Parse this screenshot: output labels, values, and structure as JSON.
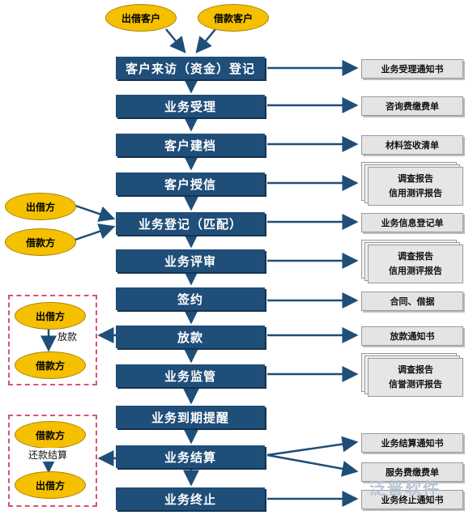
{
  "top": {
    "lender": "出借客户",
    "borrower": "借款客户"
  },
  "steps": [
    "客户来访（资金）登记",
    "业务受理",
    "客户建档",
    "客户授信",
    "业务登记（匹配）",
    "业务评审",
    "签约",
    "放款",
    "业务监管",
    "业务到期提醒",
    "业务结算",
    "业务终止"
  ],
  "match": {
    "lender": "出借方",
    "borrower": "借款方"
  },
  "loan": {
    "lender": "出借方",
    "borrower": "借款方",
    "label": "放款"
  },
  "settle": {
    "borrower": "借款方",
    "lender": "出借方",
    "label": "还款结算"
  },
  "docs": {
    "d1": "业务受理通知书",
    "d2": "咨询费缴费单",
    "d3": "材料签收清单",
    "d4_line1": "调查报告",
    "d4_line2": "信用测评报告",
    "d5": "业务信息登记单",
    "d6_line1": "调查报告",
    "d6_line2": "信用测评报告",
    "d7": "合同、借据",
    "d8": "放款通知书",
    "d9_line1": "调查报告",
    "d9_line2": "信誉测评报告",
    "d10": "业务结算通知书",
    "d11": "服务费缴费单",
    "d12": "业务终止通知书"
  },
  "watermark": "泛普软件",
  "colors": {
    "step": "#1f4e79",
    "oval": "#f5c000",
    "doc": "#e4e4e4",
    "dash": "#d9546e"
  }
}
